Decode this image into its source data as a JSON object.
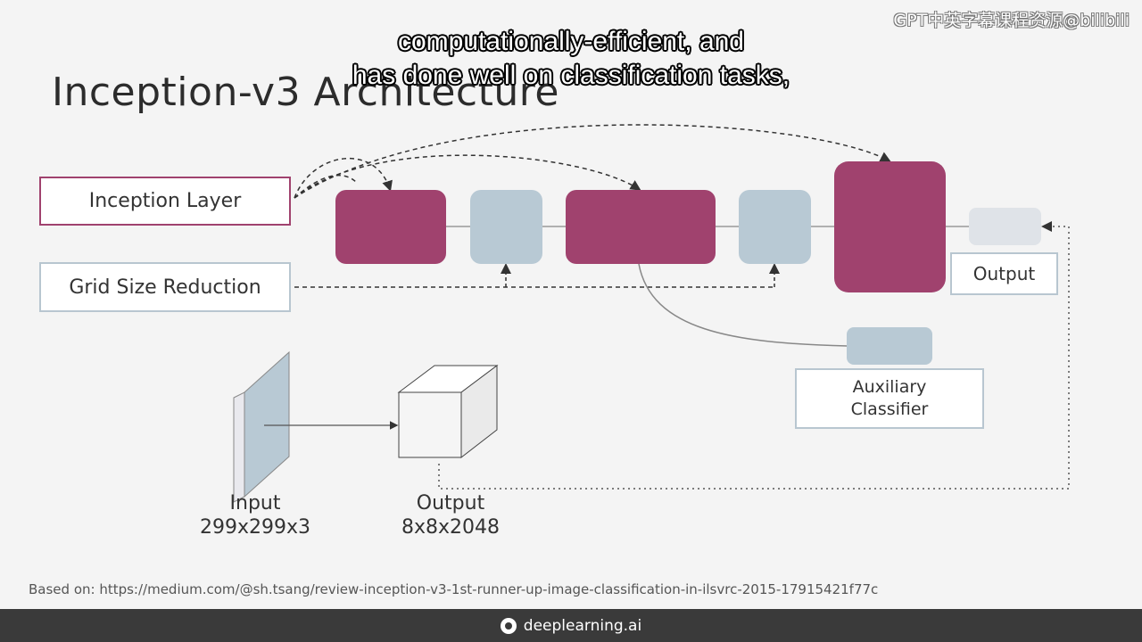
{
  "slide": {
    "title": "Inception-v3 Architecture",
    "source_note": "Based on: https://medium.com/@sh.tsang/review-inception-v3-1st-runner-up-image-classification-in-ilsvrc-2015-17915421f77c"
  },
  "subtitles": {
    "line1": "computationally-efficient, and",
    "line2": "has done well on classification tasks,"
  },
  "watermark": {
    "text": "GPT中英字幕课程资源@bilibili"
  },
  "legend": {
    "inception_layer": "Inception Layer",
    "grid_size_reduction": "Grid Size Reduction"
  },
  "diagram": {
    "output_label": "Output",
    "aux_line1": "Auxiliary",
    "aux_line2": "Classifier",
    "input_label": "Input",
    "input_dims": "299x299x3",
    "output_tensor_label": "Output",
    "output_dims": "8x8x2048"
  },
  "footer": {
    "brand": "deeplearning.ai"
  },
  "colors": {
    "inception": "#a0426e",
    "grid_reduction": "#b8c9d4",
    "footer_bg": "#3a3a3a"
  }
}
